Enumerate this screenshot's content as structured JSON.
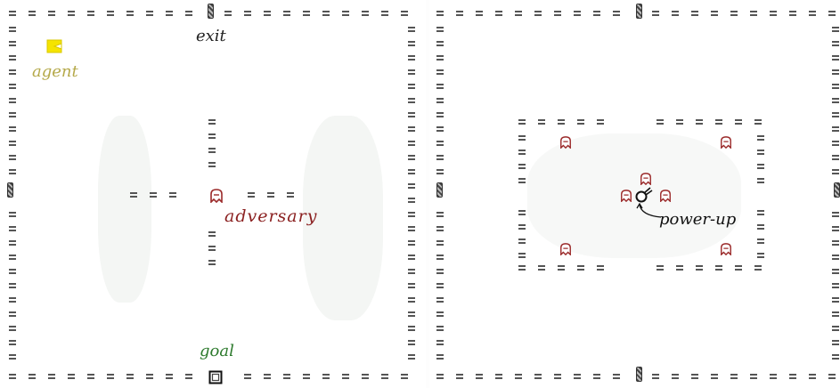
{
  "left_panel": {
    "labels": {
      "exit": "exit",
      "agent": "agent",
      "adversary": "adversary",
      "goal": "goal"
    }
  },
  "right_panel": {
    "labels": {
      "power_up": "power-up"
    }
  },
  "colors": {
    "wall": "#555555",
    "agent": "#f5e400",
    "agent_label": "#b5a94a",
    "adversary": "#9b2a2a",
    "adversary_label": "#8a1f1f",
    "goal_label": "#2d7a2d",
    "exit_label": "#222222"
  },
  "icons": {
    "agent": "yellow-pacman-icon",
    "adversary": "ghost-icon",
    "goal": "goal-square-icon",
    "exit": "door-icon",
    "power_up": "power-up-icon"
  }
}
